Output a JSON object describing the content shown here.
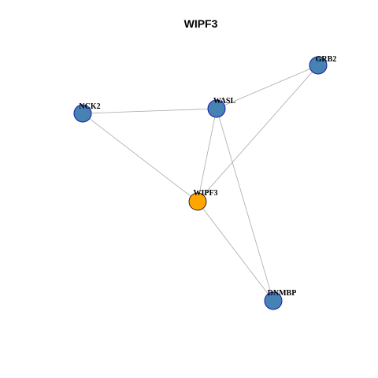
{
  "title": "WIPF3",
  "colors": {
    "node_default": "#4682B4",
    "node_center": "#FFA500",
    "edge": "#aaaaaa",
    "node_border": "#1a1aa6"
  },
  "graph": {
    "nodes": [
      {
        "id": "GRB2",
        "label": "GRB2"
      },
      {
        "id": "WASL",
        "label": "WASL"
      },
      {
        "id": "NCK2",
        "label": "NCK2"
      },
      {
        "id": "WIPF3",
        "label": "WIPF3",
        "center": true
      },
      {
        "id": "DNMBP",
        "label": "DNMBP"
      }
    ],
    "edges": [
      {
        "source": "WASL",
        "target": "GRB2"
      },
      {
        "source": "NCK2",
        "target": "WASL"
      },
      {
        "source": "NCK2",
        "target": "WIPF3"
      },
      {
        "source": "WASL",
        "target": "WIPF3"
      },
      {
        "source": "GRB2",
        "target": "WIPF3"
      },
      {
        "source": "WASL",
        "target": "DNMBP"
      },
      {
        "source": "WIPF3",
        "target": "DNMBP"
      }
    ]
  }
}
